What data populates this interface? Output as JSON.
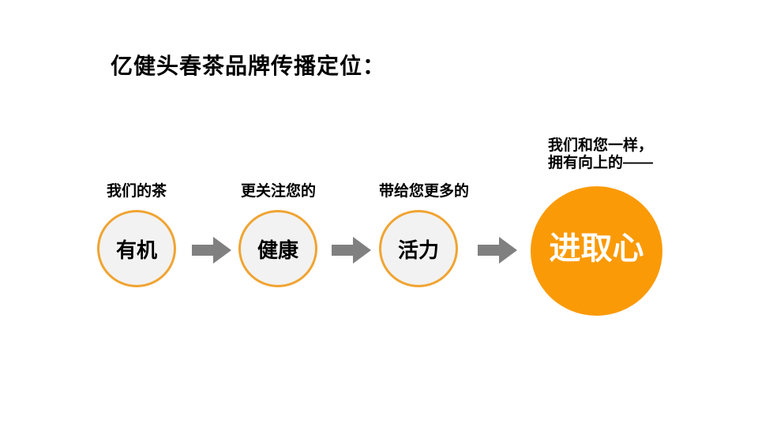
{
  "slide": {
    "title": "亿健头春茶品牌传播定位：",
    "steps": [
      {
        "label": "我们的茶",
        "value": "有机"
      },
      {
        "label": "更关注您的",
        "value": "健康"
      },
      {
        "label": "带给您更多的",
        "value": "活力"
      }
    ],
    "annotation": {
      "line1": "我们和您一样，",
      "line2": "拥有向上的——"
    },
    "result": {
      "value": "进取心"
    },
    "colors": {
      "accent_orange": "#FA9A06",
      "ring_orange": "#F0A432",
      "circle_fill": "#F2F2F2",
      "arrow_gray": "#808080",
      "text_black": "#000000",
      "result_text_white": "#FFFFFF"
    }
  }
}
